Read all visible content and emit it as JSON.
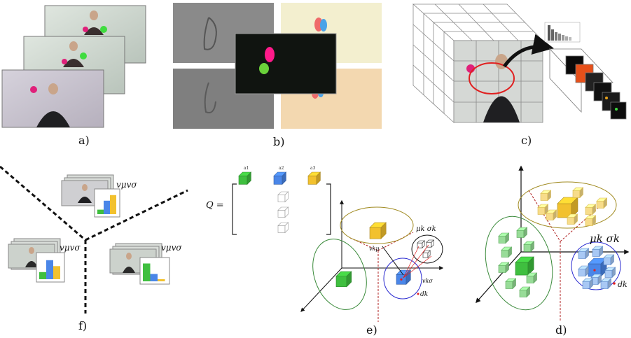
{
  "panels": {
    "a": {
      "label": "a)"
    },
    "b": {
      "label": "b)"
    },
    "c": {
      "label": "c)"
    },
    "d": {
      "label": "d)",
      "mu_sigma": "μk σk",
      "d_label": "dk"
    },
    "e": {
      "label": "e)",
      "matrix_label": "Q =",
      "mu_sigma": "μk σk",
      "v_mu": "vkμ",
      "v_sigma": "vkσ",
      "d_label": "dk",
      "column_labels": [
        "a1",
        "a2",
        "a3"
      ]
    },
    "f": {
      "label": "f)",
      "group_labels": [
        "vμvσ",
        "vμvσ",
        "vμvσ"
      ]
    }
  },
  "colors": {
    "green": "#3fbf3f",
    "blue": "#4a86e8",
    "yellow": "#f2c12e",
    "red_ellipse": "#e02020",
    "green_ellipse": "#3a8a3a",
    "blue_ellipse": "#2a2ad0",
    "olive_ellipse": "#a08a20"
  },
  "histograms": [
    {
      "values": [
        0.2,
        0.6,
        0.85
      ],
      "colors": [
        "green",
        "blue",
        "yellow"
      ]
    },
    {
      "values": [
        0.3,
        0.8,
        0.55
      ],
      "colors": [
        "green",
        "blue",
        "yellow"
      ]
    },
    {
      "values": [
        0.85,
        0.35,
        0.1
      ],
      "colors": [
        "green",
        "blue",
        "yellow"
      ]
    }
  ]
}
